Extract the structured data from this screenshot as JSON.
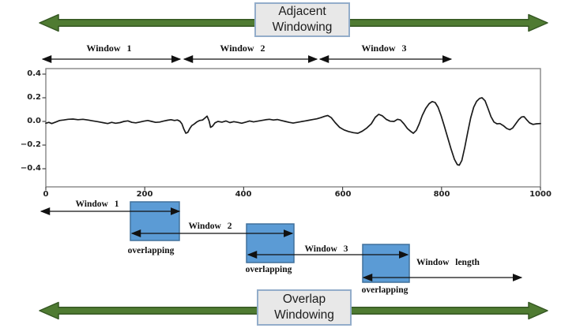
{
  "figure": {
    "top_banner": {
      "line1": "Adjacent",
      "line2": "Windowing"
    },
    "bottom_banner": {
      "line1": "Overlap",
      "line2": "Windowing"
    },
    "adjacent_windows": [
      {
        "label": "Window 1"
      },
      {
        "label": "Window 2"
      },
      {
        "label": "Window 3"
      }
    ],
    "overlap": {
      "window1_label": "Window 1",
      "window2_label": "Window 2",
      "window3_label": "Window 3",
      "window_length_label": "Window length",
      "overlapping1": "overlapping",
      "overlapping2": "overlapping",
      "overlapping3": "overlapping"
    }
  },
  "colors": {
    "banner_arrow_green": "#4f7b32",
    "banner_arrow_border": "#355723",
    "banner_box_bg": "#e8e8e8",
    "banner_box_border": "#93adca",
    "overlap_rect_blue": "#5b9bd5",
    "overlap_rect_border": "#41719c",
    "signal_line": "#1a1a1a",
    "thin_arrow_black": "#111111"
  },
  "chart_data": {
    "type": "line",
    "title": "",
    "xlabel": "",
    "ylabel": "",
    "xlim": [
      0,
      1000
    ],
    "ylim": [
      -0.55,
      0.45
    ],
    "grid": false,
    "legend": "none",
    "x_tick_labels": [
      "0",
      "200",
      "400",
      "600",
      "800",
      "1000"
    ],
    "y_tick_labels": [
      "0.4",
      "0.2",
      "0.0",
      "−0.2",
      "−0.4"
    ],
    "x_ticks": [
      0,
      200,
      400,
      600,
      800,
      1000
    ],
    "y_ticks": [
      0.4,
      0.2,
      0.0,
      -0.2,
      -0.4
    ],
    "points": [
      [
        0,
        -0.015
      ],
      [
        6,
        -0.008
      ],
      [
        12,
        -0.018
      ],
      [
        20,
        -0.005
      ],
      [
        28,
        0.008
      ],
      [
        36,
        0.012
      ],
      [
        45,
        0.018
      ],
      [
        55,
        0.02
      ],
      [
        65,
        0.015
      ],
      [
        75,
        0.018
      ],
      [
        85,
        0.012
      ],
      [
        95,
        0.005
      ],
      [
        105,
        -0.002
      ],
      [
        115,
        -0.01
      ],
      [
        125,
        -0.018
      ],
      [
        133,
        -0.008
      ],
      [
        141,
        -0.015
      ],
      [
        150,
        -0.01
      ],
      [
        158,
        0.0
      ],
      [
        166,
        0.005
      ],
      [
        174,
        -0.008
      ],
      [
        182,
        -0.012
      ],
      [
        190,
        -0.005
      ],
      [
        198,
        0.002
      ],
      [
        206,
        0.008
      ],
      [
        214,
        0.0
      ],
      [
        222,
        -0.008
      ],
      [
        230,
        -0.005
      ],
      [
        238,
        0.003
      ],
      [
        246,
        0.01
      ],
      [
        253,
        0.015
      ],
      [
        260,
        0.008
      ],
      [
        266,
        0.012
      ],
      [
        271,
        0.002
      ],
      [
        275,
        -0.02
      ],
      [
        279,
        -0.065
      ],
      [
        283,
        -0.1
      ],
      [
        287,
        -0.092
      ],
      [
        291,
        -0.06
      ],
      [
        295,
        -0.035
      ],
      [
        300,
        -0.022
      ],
      [
        305,
        -0.005
      ],
      [
        311,
        0.008
      ],
      [
        317,
        0.012
      ],
      [
        322,
        0.03
      ],
      [
        326,
        0.045
      ],
      [
        330,
        0.005
      ],
      [
        333,
        -0.05
      ],
      [
        337,
        -0.04
      ],
      [
        342,
        -0.012
      ],
      [
        348,
        0.0
      ],
      [
        356,
        -0.006
      ],
      [
        364,
        0.004
      ],
      [
        372,
        -0.01
      ],
      [
        380,
        -0.002
      ],
      [
        388,
        -0.008
      ],
      [
        396,
        -0.015
      ],
      [
        404,
        -0.006
      ],
      [
        412,
        0.004
      ],
      [
        420,
        -0.004
      ],
      [
        428,
        0.002
      ],
      [
        436,
        0.008
      ],
      [
        444,
        0.014
      ],
      [
        452,
        0.018
      ],
      [
        460,
        0.012
      ],
      [
        468,
        0.016
      ],
      [
        476,
        0.008
      ],
      [
        484,
        0.0
      ],
      [
        492,
        -0.008
      ],
      [
        500,
        -0.014
      ],
      [
        508,
        -0.008
      ],
      [
        516,
        -0.002
      ],
      [
        524,
        0.004
      ],
      [
        532,
        0.01
      ],
      [
        540,
        0.016
      ],
      [
        548,
        0.022
      ],
      [
        556,
        0.032
      ],
      [
        564,
        0.044
      ],
      [
        570,
        0.05
      ],
      [
        577,
        0.032
      ],
      [
        585,
        -0.01
      ],
      [
        594,
        -0.05
      ],
      [
        603,
        -0.072
      ],
      [
        612,
        -0.085
      ],
      [
        622,
        -0.095
      ],
      [
        631,
        -0.1
      ],
      [
        640,
        -0.082
      ],
      [
        649,
        -0.055
      ],
      [
        658,
        -0.02
      ],
      [
        666,
        0.035
      ],
      [
        673,
        0.06
      ],
      [
        680,
        0.048
      ],
      [
        688,
        0.018
      ],
      [
        696,
        0.002
      ],
      [
        704,
        0.0
      ],
      [
        711,
        0.018
      ],
      [
        717,
        0.012
      ],
      [
        724,
        -0.02
      ],
      [
        731,
        -0.06
      ],
      [
        738,
        -0.085
      ],
      [
        743,
        -0.1
      ],
      [
        749,
        -0.075
      ],
      [
        755,
        -0.02
      ],
      [
        761,
        0.05
      ],
      [
        768,
        0.11
      ],
      [
        775,
        0.15
      ],
      [
        781,
        0.168
      ],
      [
        787,
        0.16
      ],
      [
        793,
        0.12
      ],
      [
        799,
        0.05
      ],
      [
        805,
        -0.03
      ],
      [
        812,
        -0.13
      ],
      [
        819,
        -0.23
      ],
      [
        826,
        -0.32
      ],
      [
        832,
        -0.365
      ],
      [
        836,
        -0.37
      ],
      [
        841,
        -0.33
      ],
      [
        847,
        -0.22
      ],
      [
        853,
        -0.09
      ],
      [
        859,
        0.03
      ],
      [
        865,
        0.12
      ],
      [
        871,
        0.17
      ],
      [
        877,
        0.195
      ],
      [
        882,
        0.2
      ],
      [
        888,
        0.175
      ],
      [
        894,
        0.11
      ],
      [
        900,
        0.04
      ],
      [
        906,
        -0.005
      ],
      [
        912,
        -0.02
      ],
      [
        918,
        -0.018
      ],
      [
        925,
        -0.035
      ],
      [
        932,
        -0.06
      ],
      [
        938,
        -0.07
      ],
      [
        944,
        -0.055
      ],
      [
        950,
        -0.02
      ],
      [
        956,
        0.015
      ],
      [
        962,
        0.038
      ],
      [
        967,
        0.04
      ],
      [
        972,
        0.015
      ],
      [
        978,
        -0.012
      ],
      [
        985,
        -0.025
      ],
      [
        992,
        -0.02
      ],
      [
        1000,
        -0.018
      ]
    ]
  }
}
